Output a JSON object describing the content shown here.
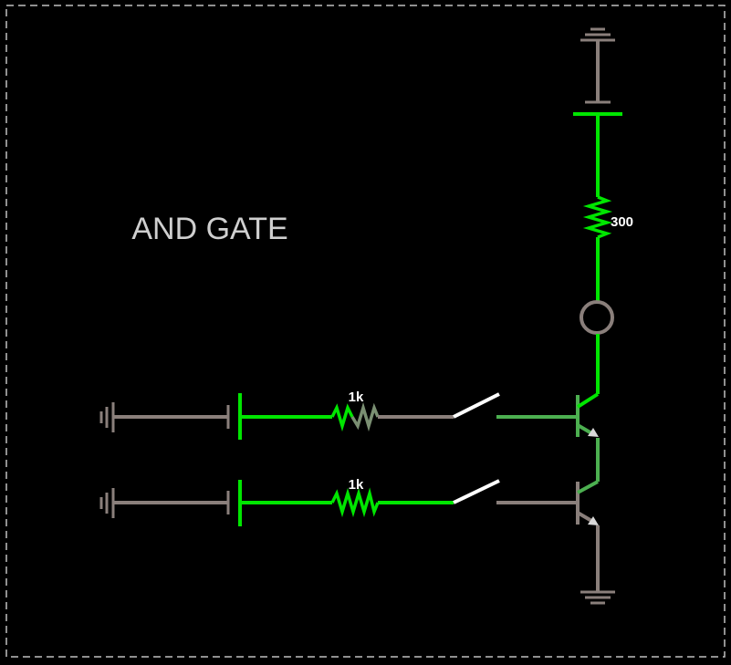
{
  "title": "AND GATE",
  "components": {
    "load_resistor": {
      "label": "300"
    },
    "input_resistor_a": {
      "label": "1k"
    },
    "input_resistor_b": {
      "label": "1k"
    }
  },
  "colors": {
    "background": "#000000",
    "active_wire": "#00e600",
    "dim_wire": "#4caf50",
    "inactive_wire": "#8a7f7b",
    "switch": "#ffffff",
    "border": "#bfbfbf"
  },
  "icons": [
    "ground-icon",
    "battery-icon",
    "resistor-icon",
    "switch-icon",
    "npn-transistor-icon",
    "lamp-icon"
  ]
}
